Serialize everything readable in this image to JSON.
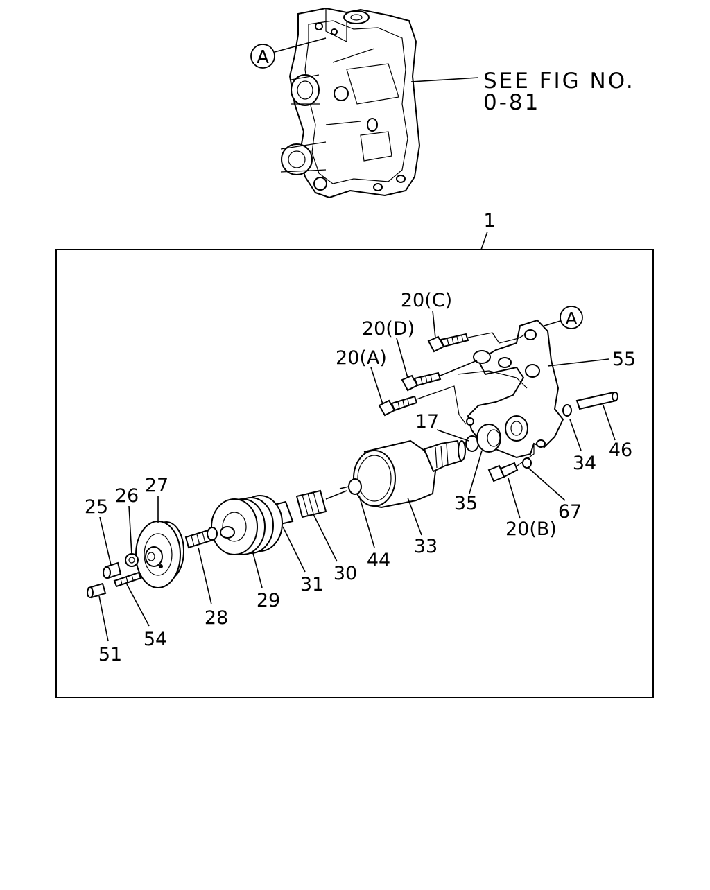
{
  "figure": {
    "see_reference_line1": "SEE FIG NO.",
    "see_reference_line2": "0-81",
    "mount_marker_top": "A",
    "mount_marker_bracket": "A",
    "assembly_callout": "1"
  },
  "callouts": {
    "c20C": "20(C)",
    "c20D": "20(D)",
    "c20A": "20(A)",
    "c20B": "20(B)",
    "c55": "55",
    "c17": "17",
    "c46": "46",
    "c34": "34",
    "c35": "35",
    "c67": "67",
    "c33": "33",
    "c44": "44",
    "c30": "30",
    "c31": "31",
    "c29": "29",
    "c28": "28",
    "c27": "27",
    "c26": "26",
    "c25": "25",
    "c54": "54",
    "c51": "51"
  }
}
